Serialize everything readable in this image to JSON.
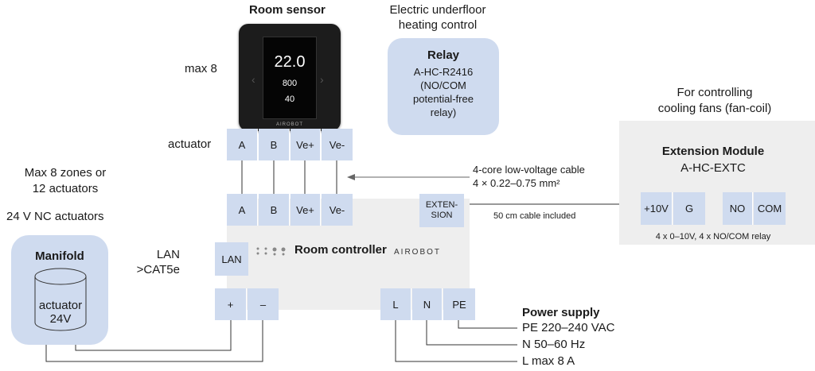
{
  "room_sensor": {
    "title": "Room sensor",
    "max": "max 8",
    "screen_temp": "22.0",
    "screen_val1": "800",
    "screen_val2": "40",
    "brand": "AIROBOT"
  },
  "relay": {
    "header_line1": "Electric underfloor",
    "header_line2": "heating control",
    "title": "Relay",
    "line1": "A-HC-R2416",
    "line2": "(NO/COM",
    "line3": "potential-free",
    "line4": "relay)"
  },
  "extension_module": {
    "header_line1": "For controlling",
    "header_line2": "cooling fans (fan-coil)",
    "title": "Extension Module",
    "model": "A-HC-EXTC",
    "terminals": [
      "+10V",
      "G",
      "NO",
      "COM"
    ],
    "note": "4 x 0–10V, 4 x NO/COM relay"
  },
  "actuator_label": "actuator",
  "sensor_terminals": [
    "A",
    "B",
    "Ve+",
    "Ve-"
  ],
  "controller_terminals": [
    "A",
    "B",
    "Ve+",
    "Ve-"
  ],
  "cable": {
    "line1": "4-core low-voltage cable",
    "line2": "4 × 0.22–0.75 mm²"
  },
  "extension_port": {
    "line1": "EXTEN-",
    "line2": "SION",
    "cable_note": "50 cm cable included"
  },
  "zones": {
    "line1": "Max 8 zones or",
    "line2": "12 actuators",
    "nc": "24 V NC actuators"
  },
  "manifold": {
    "title": "Manifold",
    "actuator_line1": "actuator",
    "actuator_line2": "24V"
  },
  "lan": {
    "line1": "LAN",
    "line2": ">CAT5e",
    "port": "LAN"
  },
  "controller": {
    "title": "Room controller",
    "brand": "AIROBOT"
  },
  "power_terminals_left": [
    "+",
    "–"
  ],
  "power_terminals_right": [
    "L",
    "N",
    "PE"
  ],
  "power": {
    "title": "Power supply",
    "pe": "PE 220–240 VAC",
    "n": "N 50–60 Hz",
    "l": "L max 8 A"
  },
  "colors": {
    "terminal": "#cfdbef",
    "panel": "#eeeeee",
    "device": "#1c1c1c"
  }
}
